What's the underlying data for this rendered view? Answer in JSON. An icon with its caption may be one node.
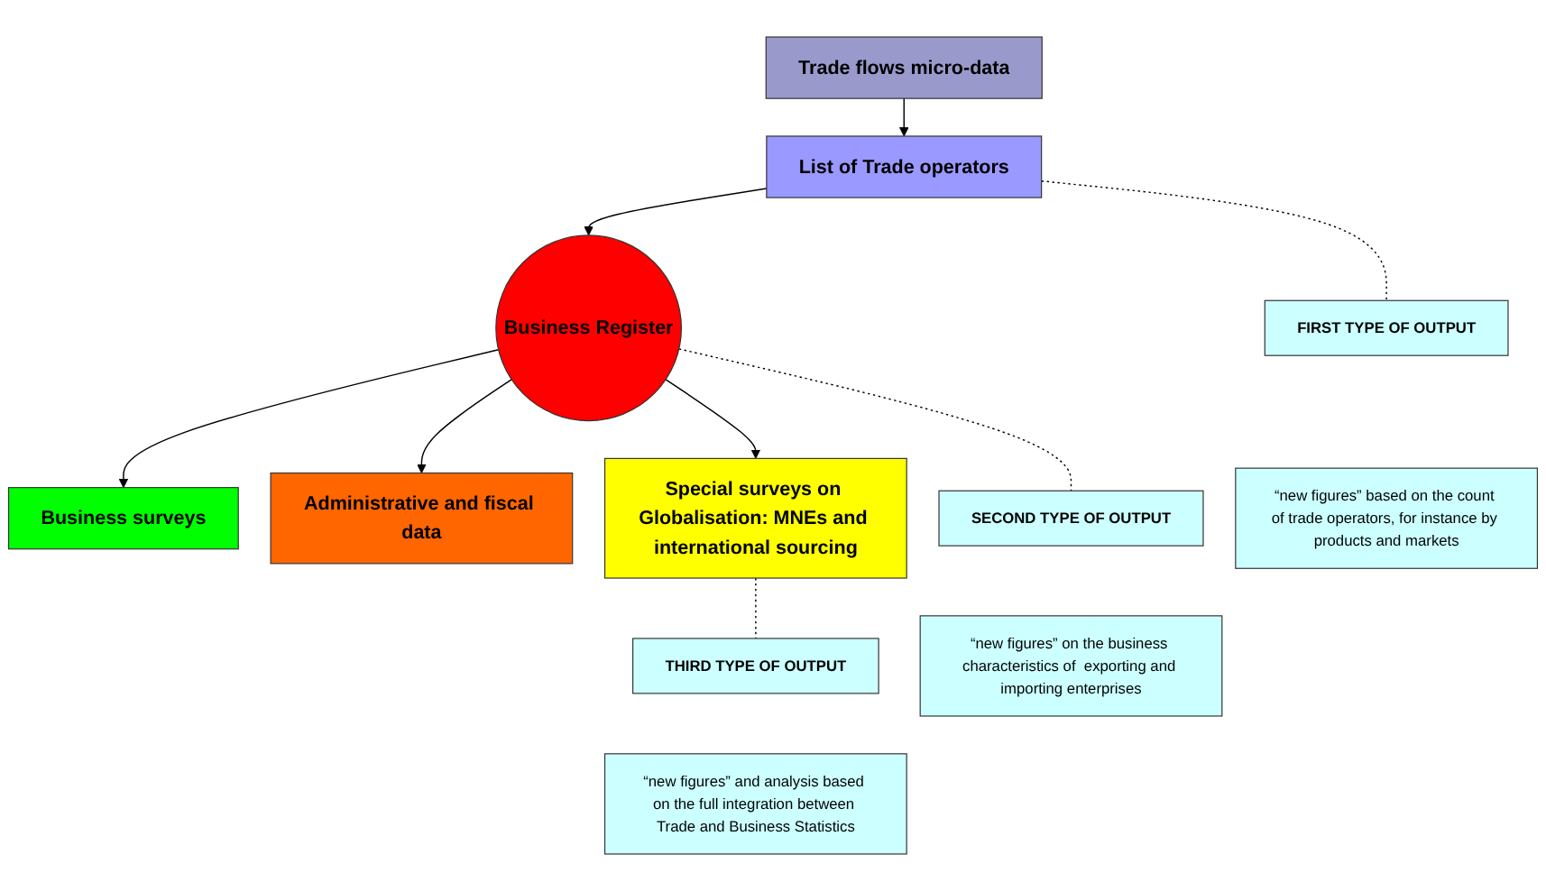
{
  "diagram": {
    "nodes": [
      {
        "text": [
          "Trade flows micro-data"
        ]
      },
      {
        "text": [
          "List of Trade operators"
        ]
      },
      {
        "text": [
          "Business Register"
        ]
      },
      {
        "text": [
          "Business surveys"
        ]
      },
      {
        "text": [
          "Administrative and fiscal data"
        ]
      },
      {
        "text": [
          "Special surveys on Globalisation: MNEs and international sourcing"
        ]
      },
      {
        "text": [
          "FIRST TYPE  OF OUTPUT"
        ]
      },
      {
        "text": [
          "SECOND TYPE OF OUTPUT"
        ]
      },
      {
        "text": [
          "THIRD TYPE OF OUTPUT"
        ]
      },
      {
        "text": [
          "“new figures” based on the count of trade operators, for instance by products and markets"
        ]
      },
      {
        "text": [
          "“new figures” on the business characteristics of  exporting and importing enterprises"
        ]
      },
      {
        "text": [
          "“new figures” and analysis based on the full integration between Trade and Business Statistics"
        ]
      }
    ],
    "edges": [
      {
        "from": 0,
        "to": 1,
        "arrow": "to"
      },
      {
        "from": 1,
        "to": 2,
        "arrow": "to"
      },
      {
        "from": 2,
        "to": 3,
        "arrow": "to"
      },
      {
        "from": 2,
        "to": 4,
        "arrow": "to"
      },
      {
        "from": 2,
        "to": 5,
        "arrow": "to"
      },
      {
        "from": 1,
        "to": 6,
        "arrow": "none",
        "style": "dashed"
      },
      {
        "from": 2,
        "to": 7,
        "arrow": "none",
        "style": "dashed"
      },
      {
        "from": 5,
        "to": 8,
        "arrow": "none",
        "style": "dashed"
      }
    ]
  }
}
